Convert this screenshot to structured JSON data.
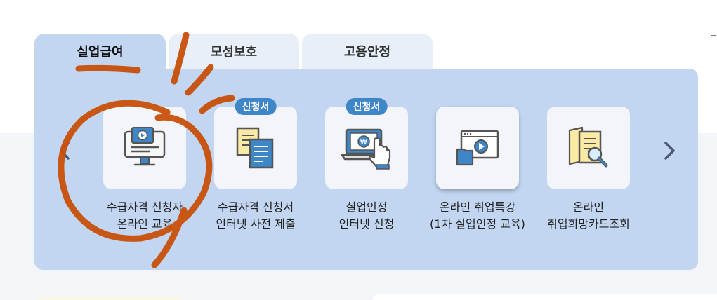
{
  "tabs": [
    {
      "label": "실업급여",
      "active": true
    },
    {
      "label": "모성보호",
      "active": false
    },
    {
      "label": "고용안정",
      "active": false
    }
  ],
  "items": [
    {
      "icon": "monitor-video-icon",
      "badge": "",
      "line1": "수급자격 신청자",
      "line2": "온라인 교육"
    },
    {
      "icon": "documents-icon",
      "badge": "신청서",
      "line1": "수급자격 신청서",
      "line2": "인터넷 사전 제출"
    },
    {
      "icon": "laptop-touch-icon",
      "badge": "신청서",
      "line1": "실업인정",
      "line2": "인터넷 신청"
    },
    {
      "icon": "video-window-icon",
      "badge": "",
      "line1": "온라인 취업특강",
      "line2": "(1차 실업인정 교육)"
    },
    {
      "icon": "document-search-icon",
      "badge": "",
      "line1": "온라인",
      "line2": "취업희망카드조회"
    }
  ],
  "colors": {
    "panel": "#c2d6f2",
    "tab_inactive": "#e8eff9",
    "badge": "#3f86c7",
    "annotation": "#c8500a"
  }
}
